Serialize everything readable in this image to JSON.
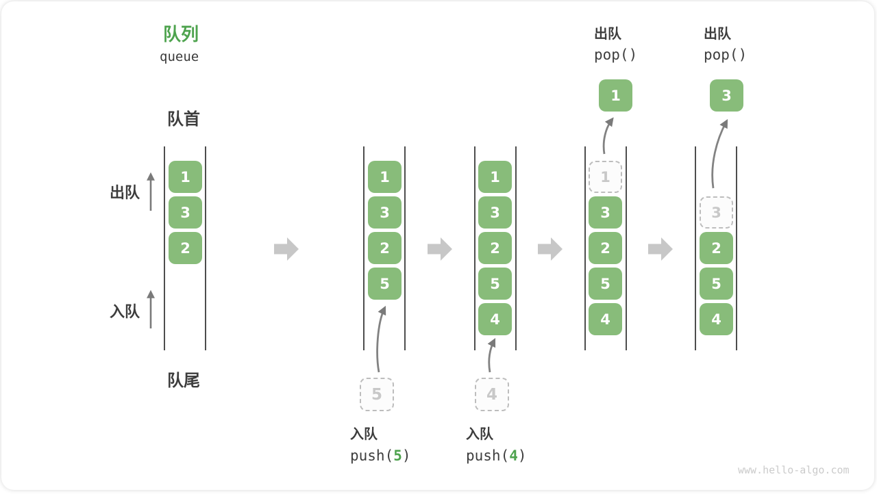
{
  "title": {
    "zh": "队列",
    "en": "queue"
  },
  "labels": {
    "front": "队首",
    "rear": "队尾",
    "dequeue_side": "出队",
    "enqueue_side": "入队"
  },
  "watermark": "www.hello-algo.com",
  "colors": {
    "box_green": "#88bc7a",
    "accent_green": "#4ea34e",
    "ghost_gray": "#bdbdbd",
    "arrow_gray": "#7a7a7a",
    "stage_arrow_gray": "#c7c7c7"
  },
  "states": [
    {
      "boxes": [
        "1",
        "3",
        "2"
      ]
    },
    {
      "boxes": [
        "1",
        "3",
        "2",
        "5"
      ],
      "incoming_value": "5",
      "op_label": "入队",
      "op_code_pre": "push(",
      "op_code_arg": "5",
      "op_code_post": ")"
    },
    {
      "boxes": [
        "1",
        "3",
        "2",
        "5",
        "4"
      ],
      "incoming_value": "4",
      "op_label": "入队",
      "op_code_pre": "push(",
      "op_code_arg": "4",
      "op_code_post": ")"
    },
    {
      "boxes": [
        "3",
        "2",
        "5",
        "4"
      ],
      "ghost_value": "1",
      "popped_value": "1",
      "op_label": "出队",
      "op_code": "pop()"
    },
    {
      "boxes": [
        "2",
        "5",
        "4"
      ],
      "ghost_value": "3",
      "popped_value": "3",
      "op_label": "出队",
      "op_code": "pop()"
    }
  ]
}
